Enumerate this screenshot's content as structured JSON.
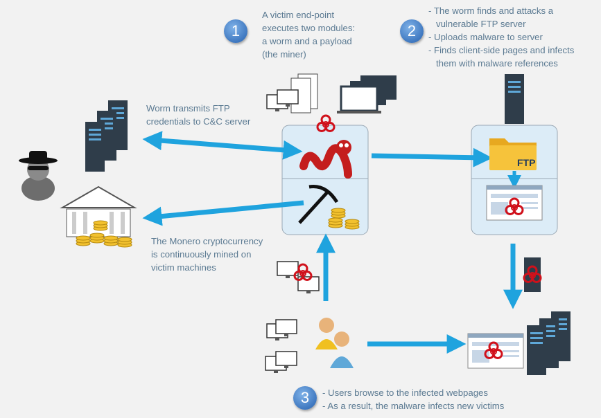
{
  "steps": [
    {
      "number": "1",
      "lines": [
        "A victim end-point",
        "executes two modules:",
        "a worm and a payload",
        "(the miner)"
      ]
    },
    {
      "number": "2",
      "items": [
        "- The worm finds and attacks a",
        "vulnerable FTP server",
        "- Uploads malware to server",
        "- Finds client-side pages and infects",
        "them with malware references"
      ]
    },
    {
      "number": "3",
      "items": [
        "- Users browse to the infected webpages",
        "- As a result, the malware infects new victims"
      ]
    }
  ],
  "labels": {
    "worm_cnc": [
      "Worm transmits FTP",
      "credentials to C&C server"
    ],
    "monero": [
      "The Monero cryptocurrency",
      "is continuously mined on",
      "victim machines"
    ],
    "ftp": "FTP"
  },
  "colors": {
    "arrow": "#1fa3de",
    "badge": "#3f78c0",
    "biohazard": "#d0111b",
    "box": "#dcecf7"
  }
}
